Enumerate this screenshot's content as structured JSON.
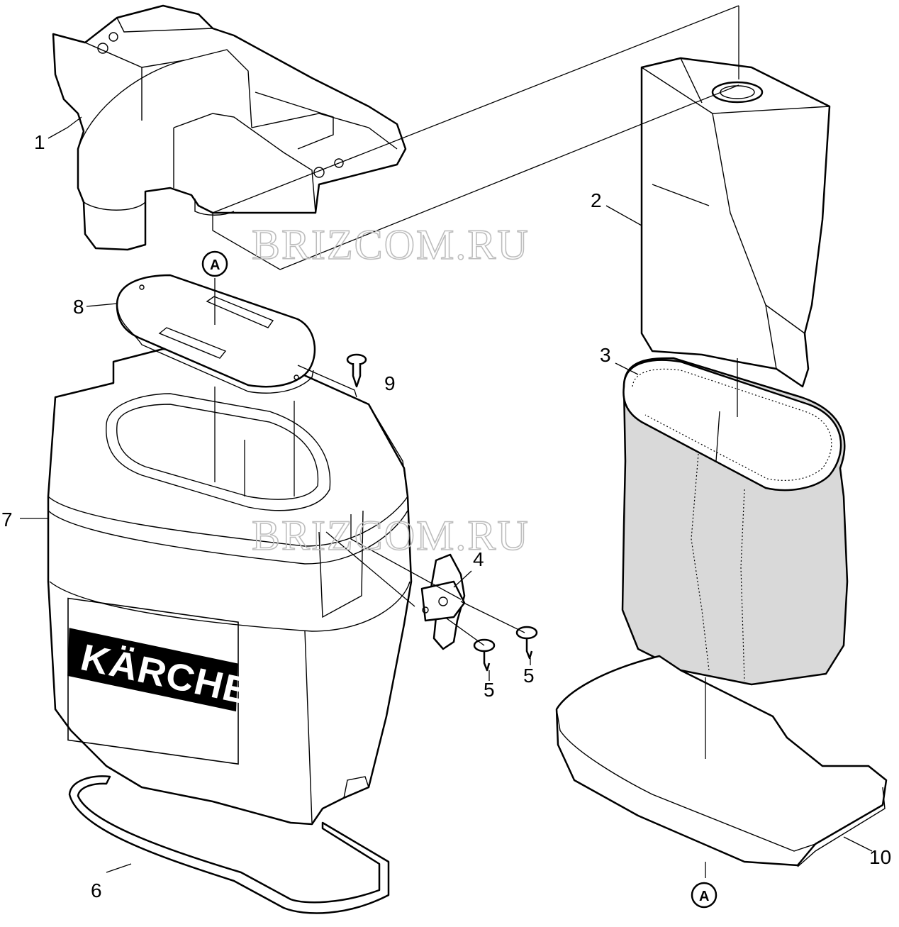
{
  "watermarks": [
    "BRIZCOM.RU",
    "BRIZCOM.RU"
  ],
  "brand": {
    "logo_text": "KÄRCHER"
  },
  "reference_marker": "A",
  "callouts": [
    {
      "id": "1",
      "label": "1"
    },
    {
      "id": "2",
      "label": "2"
    },
    {
      "id": "3",
      "label": "3"
    },
    {
      "id": "4",
      "label": "4"
    },
    {
      "id": "5a",
      "label": "5"
    },
    {
      "id": "5b",
      "label": "5"
    },
    {
      "id": "6",
      "label": "6"
    },
    {
      "id": "7",
      "label": "7"
    },
    {
      "id": "8",
      "label": "8"
    },
    {
      "id": "9",
      "label": "9"
    },
    {
      "id": "10",
      "label": "10"
    }
  ],
  "colors": {
    "line": "#000000",
    "filter_fill": "#d9d9d9",
    "watermark": "#bdbdbd",
    "background": "#ffffff"
  }
}
